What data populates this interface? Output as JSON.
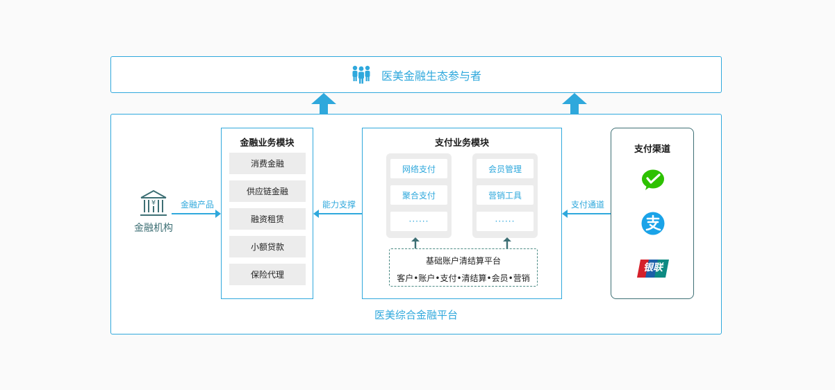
{
  "participants": {
    "title": "医美金融生态参与者"
  },
  "platform": {
    "label": "医美综合金融平台"
  },
  "institution": {
    "label": "金融机构"
  },
  "arrows": {
    "finance_products": "金融产品",
    "capability_support": "能力支撑",
    "payment_channel": "支付通道"
  },
  "finance_module": {
    "title": "金融业务模块",
    "items": [
      "消费金融",
      "供应链金融",
      "融资租赁",
      "小额贷款",
      "保险代理"
    ]
  },
  "pay_module": {
    "title": "支付业务模块",
    "left_items": [
      "网络支付",
      "聚合支付",
      "······"
    ],
    "right_items": [
      "会员管理",
      "营销工具",
      "······"
    ],
    "base_title": "基础账户清结算平台",
    "base_detail": "客户•账户•支付•清结算•会员•营销"
  },
  "channels": {
    "title": "支付渠道",
    "unionpay_text": "银联"
  },
  "colors": {
    "accent": "#2fa8dc",
    "wechat": "#2dc100",
    "alipay": "#1aa3e8",
    "unionpay_red": "#d5202a",
    "unionpay_blue": "#1b5fa8",
    "unionpay_green": "#0d8a82"
  }
}
